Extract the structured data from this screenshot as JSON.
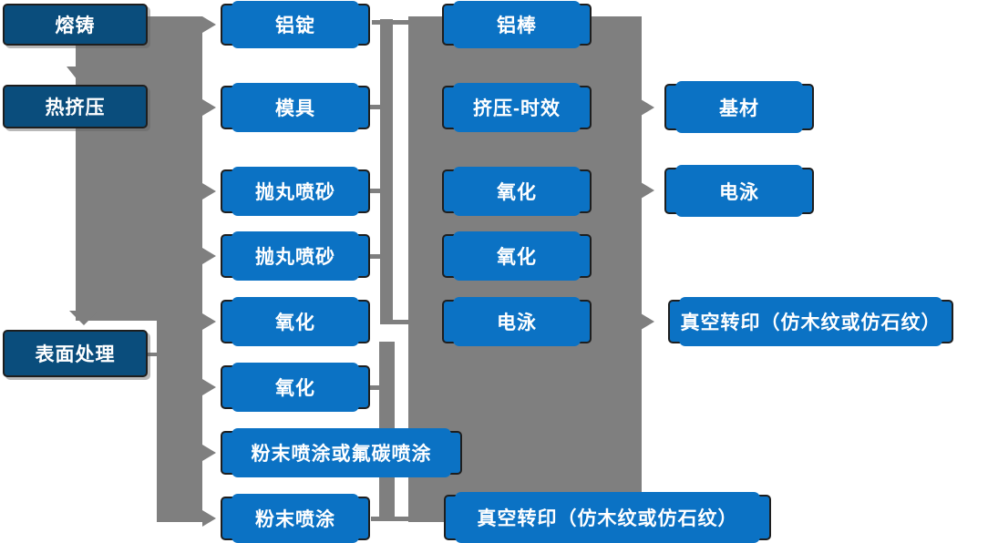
{
  "diagram": {
    "title": "aluminum-profile-production-process-flowchart",
    "colors": {
      "background": "#ffffff",
      "node_fill_light": "#0b72c4",
      "node_fill_dark": "#0a4d7c",
      "node_border": "#1e1e1e",
      "node_text": "#ffffff",
      "connector_gray": "#7f7f7f"
    },
    "nodes": {
      "rongzhu": {
        "label": "熔铸"
      },
      "rejiya": {
        "label": "热挤压"
      },
      "biaomian": {
        "label": "表面处理"
      },
      "luding": {
        "label": "铝锭"
      },
      "muju": {
        "label": "模具"
      },
      "paowan1": {
        "label": "抛丸喷砂"
      },
      "paowan2": {
        "label": "抛丸喷砂"
      },
      "yanghua1": {
        "label": "氧化"
      },
      "yanghua2": {
        "label": "氧化"
      },
      "fenmofutan": {
        "label": "粉末喷涂或氟碳喷涂"
      },
      "fenmo": {
        "label": "粉末喷涂"
      },
      "lubang": {
        "label": "铝棒"
      },
      "jiya": {
        "label": "挤压-时效"
      },
      "yanghua3": {
        "label": "氧化"
      },
      "yanghua4": {
        "label": "氧化"
      },
      "dianyong1": {
        "label": "电泳"
      },
      "zhenkong1": {
        "label": "真空转印（仿木纹或仿石纹）"
      },
      "jicai": {
        "label": "基材"
      },
      "dianyong2": {
        "label": "电泳"
      },
      "zhenkong2": {
        "label": "真空转印（仿木纹或仿石纹）"
      }
    },
    "edges": [
      {
        "from": "rongzhu",
        "to": "rejiya",
        "type": "arrow-down"
      },
      {
        "from": "rejiya",
        "to": "biaomian",
        "type": "arrow-down"
      },
      {
        "from": "left-flow-band",
        "to": "luding",
        "type": "arrow-right"
      },
      {
        "from": "left-flow-band",
        "to": "muju",
        "type": "arrow-right"
      },
      {
        "from": "left-flow-band",
        "to": "paowan1",
        "type": "arrow-right"
      },
      {
        "from": "left-flow-band",
        "to": "paowan2",
        "type": "arrow-right"
      },
      {
        "from": "left-flow-band",
        "to": "yanghua1",
        "type": "arrow-right"
      },
      {
        "from": "left-flow-band",
        "to": "yanghua2",
        "type": "arrow-right"
      },
      {
        "from": "left-flow-band",
        "to": "fenmofutan",
        "type": "arrow-right"
      },
      {
        "from": "left-flow-band",
        "to": "fenmo",
        "type": "arrow-right"
      },
      {
        "from": "biaomian",
        "to": "lower-collector-line",
        "type": "line"
      },
      {
        "from": "col2-upper-group",
        "to": "center-block",
        "type": "elbow"
      },
      {
        "from": "col2-lower-group",
        "to": "zhenkong1",
        "type": "elbow"
      },
      {
        "from": "center-block",
        "to": "jicai",
        "type": "arrow-right"
      },
      {
        "from": "center-block",
        "to": "dianyong2",
        "type": "arrow-right"
      },
      {
        "from": "center-block",
        "to": "zhenkong2",
        "type": "arrow-right"
      }
    ]
  }
}
